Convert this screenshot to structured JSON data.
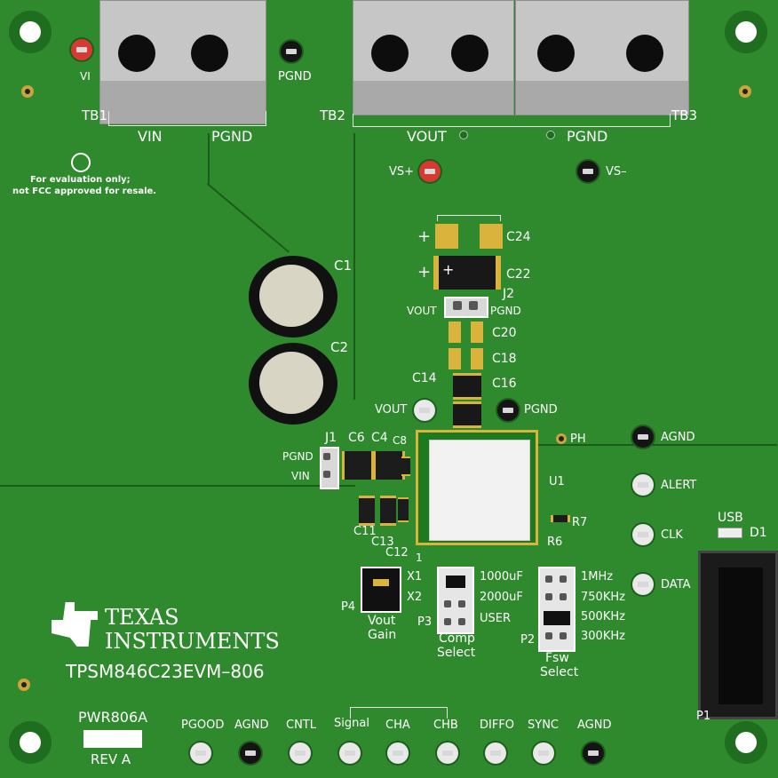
{
  "board": {
    "part_number": "TPSM846C23EVM–806",
    "pwr_code": "PWR806A",
    "revision": "REV A",
    "notice_line1": "For evaluation only;",
    "notice_line2": "not FCC approved for resale.",
    "logo_line1": "TEXAS",
    "logo_line2": "INSTRUMENTS"
  },
  "terminal_blocks": [
    {
      "ref": "TB1",
      "left_label": "VIN",
      "right_label": "PGND"
    },
    {
      "ref": "TB2",
      "left_label": "VOUT"
    },
    {
      "ref": "TB3",
      "left_label": "PGND"
    }
  ],
  "test_points_top": {
    "vin_partial": "VI",
    "pgnd_top": "PGND",
    "vs_plus": "VS+",
    "vs_minus": "VS–"
  },
  "components": {
    "c1": "C1",
    "c2": "C2",
    "c24": "C24",
    "c22": "C22",
    "j2": "J2",
    "j2_vout": "VOUT",
    "j2_pgnd": "PGND",
    "c20": "C20",
    "c18": "C18",
    "c16": "C16",
    "c14": "C14",
    "vout_tp": "VOUT",
    "pgnd_tp": "PGND",
    "j1": "J1",
    "j1_pgnd": "PGND",
    "j1_vin": "VIN",
    "c6": "C6",
    "c4": "C4",
    "c8": "C8",
    "ph": "PH",
    "u1": "U1",
    "c11": "C11",
    "c13": "C13",
    "c12": "C12",
    "r7": "R7",
    "r6": "R6",
    "pin1": "1",
    "usb": "USB",
    "d1": "D1",
    "plus_mark": "+"
  },
  "right_test_points": [
    "AGND",
    "ALERT",
    "CLK",
    "DATA"
  ],
  "jumpers": {
    "p4": {
      "ref": "P4",
      "options": [
        "X1",
        "X2"
      ],
      "title_line1": "Vout",
      "title_line2": "Gain"
    },
    "p3": {
      "ref": "P3",
      "options": [
        "1000uF",
        "2000uF",
        "USER"
      ],
      "title_line1": "Comp",
      "title_line2": "Select"
    },
    "p2": {
      "ref": "P2",
      "options": [
        "1MHz",
        "750KHz",
        "500KHz",
        "300KHz"
      ],
      "title_line1": "Fsw",
      "title_line2": "Select"
    }
  },
  "bottom_test_points": [
    {
      "label": "PGOOD",
      "color": "white"
    },
    {
      "label": "AGND",
      "color": "black"
    },
    {
      "label": "CNTL",
      "color": "white"
    },
    {
      "label": "Signal",
      "color": "white"
    },
    {
      "label": "CHA",
      "color": "white"
    },
    {
      "label": "CHB",
      "color": "white"
    },
    {
      "label": "DIFFO",
      "color": "white"
    },
    {
      "label": "SYNC",
      "color": "white"
    },
    {
      "label": "AGND",
      "color": "black"
    }
  ],
  "connector_ref_partial": "P1",
  "colors": {
    "pcb": "#2f8a2d",
    "silkscreen": "#ffffff",
    "gold": "#d9b33b",
    "red_tp": "#d63a31"
  }
}
